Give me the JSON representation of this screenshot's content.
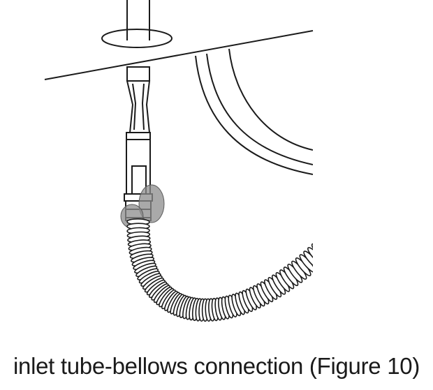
{
  "caption": "inlet tube-bellows connection (Figure 10)",
  "colors": {
    "line": "#1a1a1a",
    "highlight": "#8c8c8c",
    "background": "#ffffff"
  },
  "icons": [
    "inlet-tube-illustration",
    "bellows-hose-illustration",
    "connection-highlight-marker"
  ]
}
